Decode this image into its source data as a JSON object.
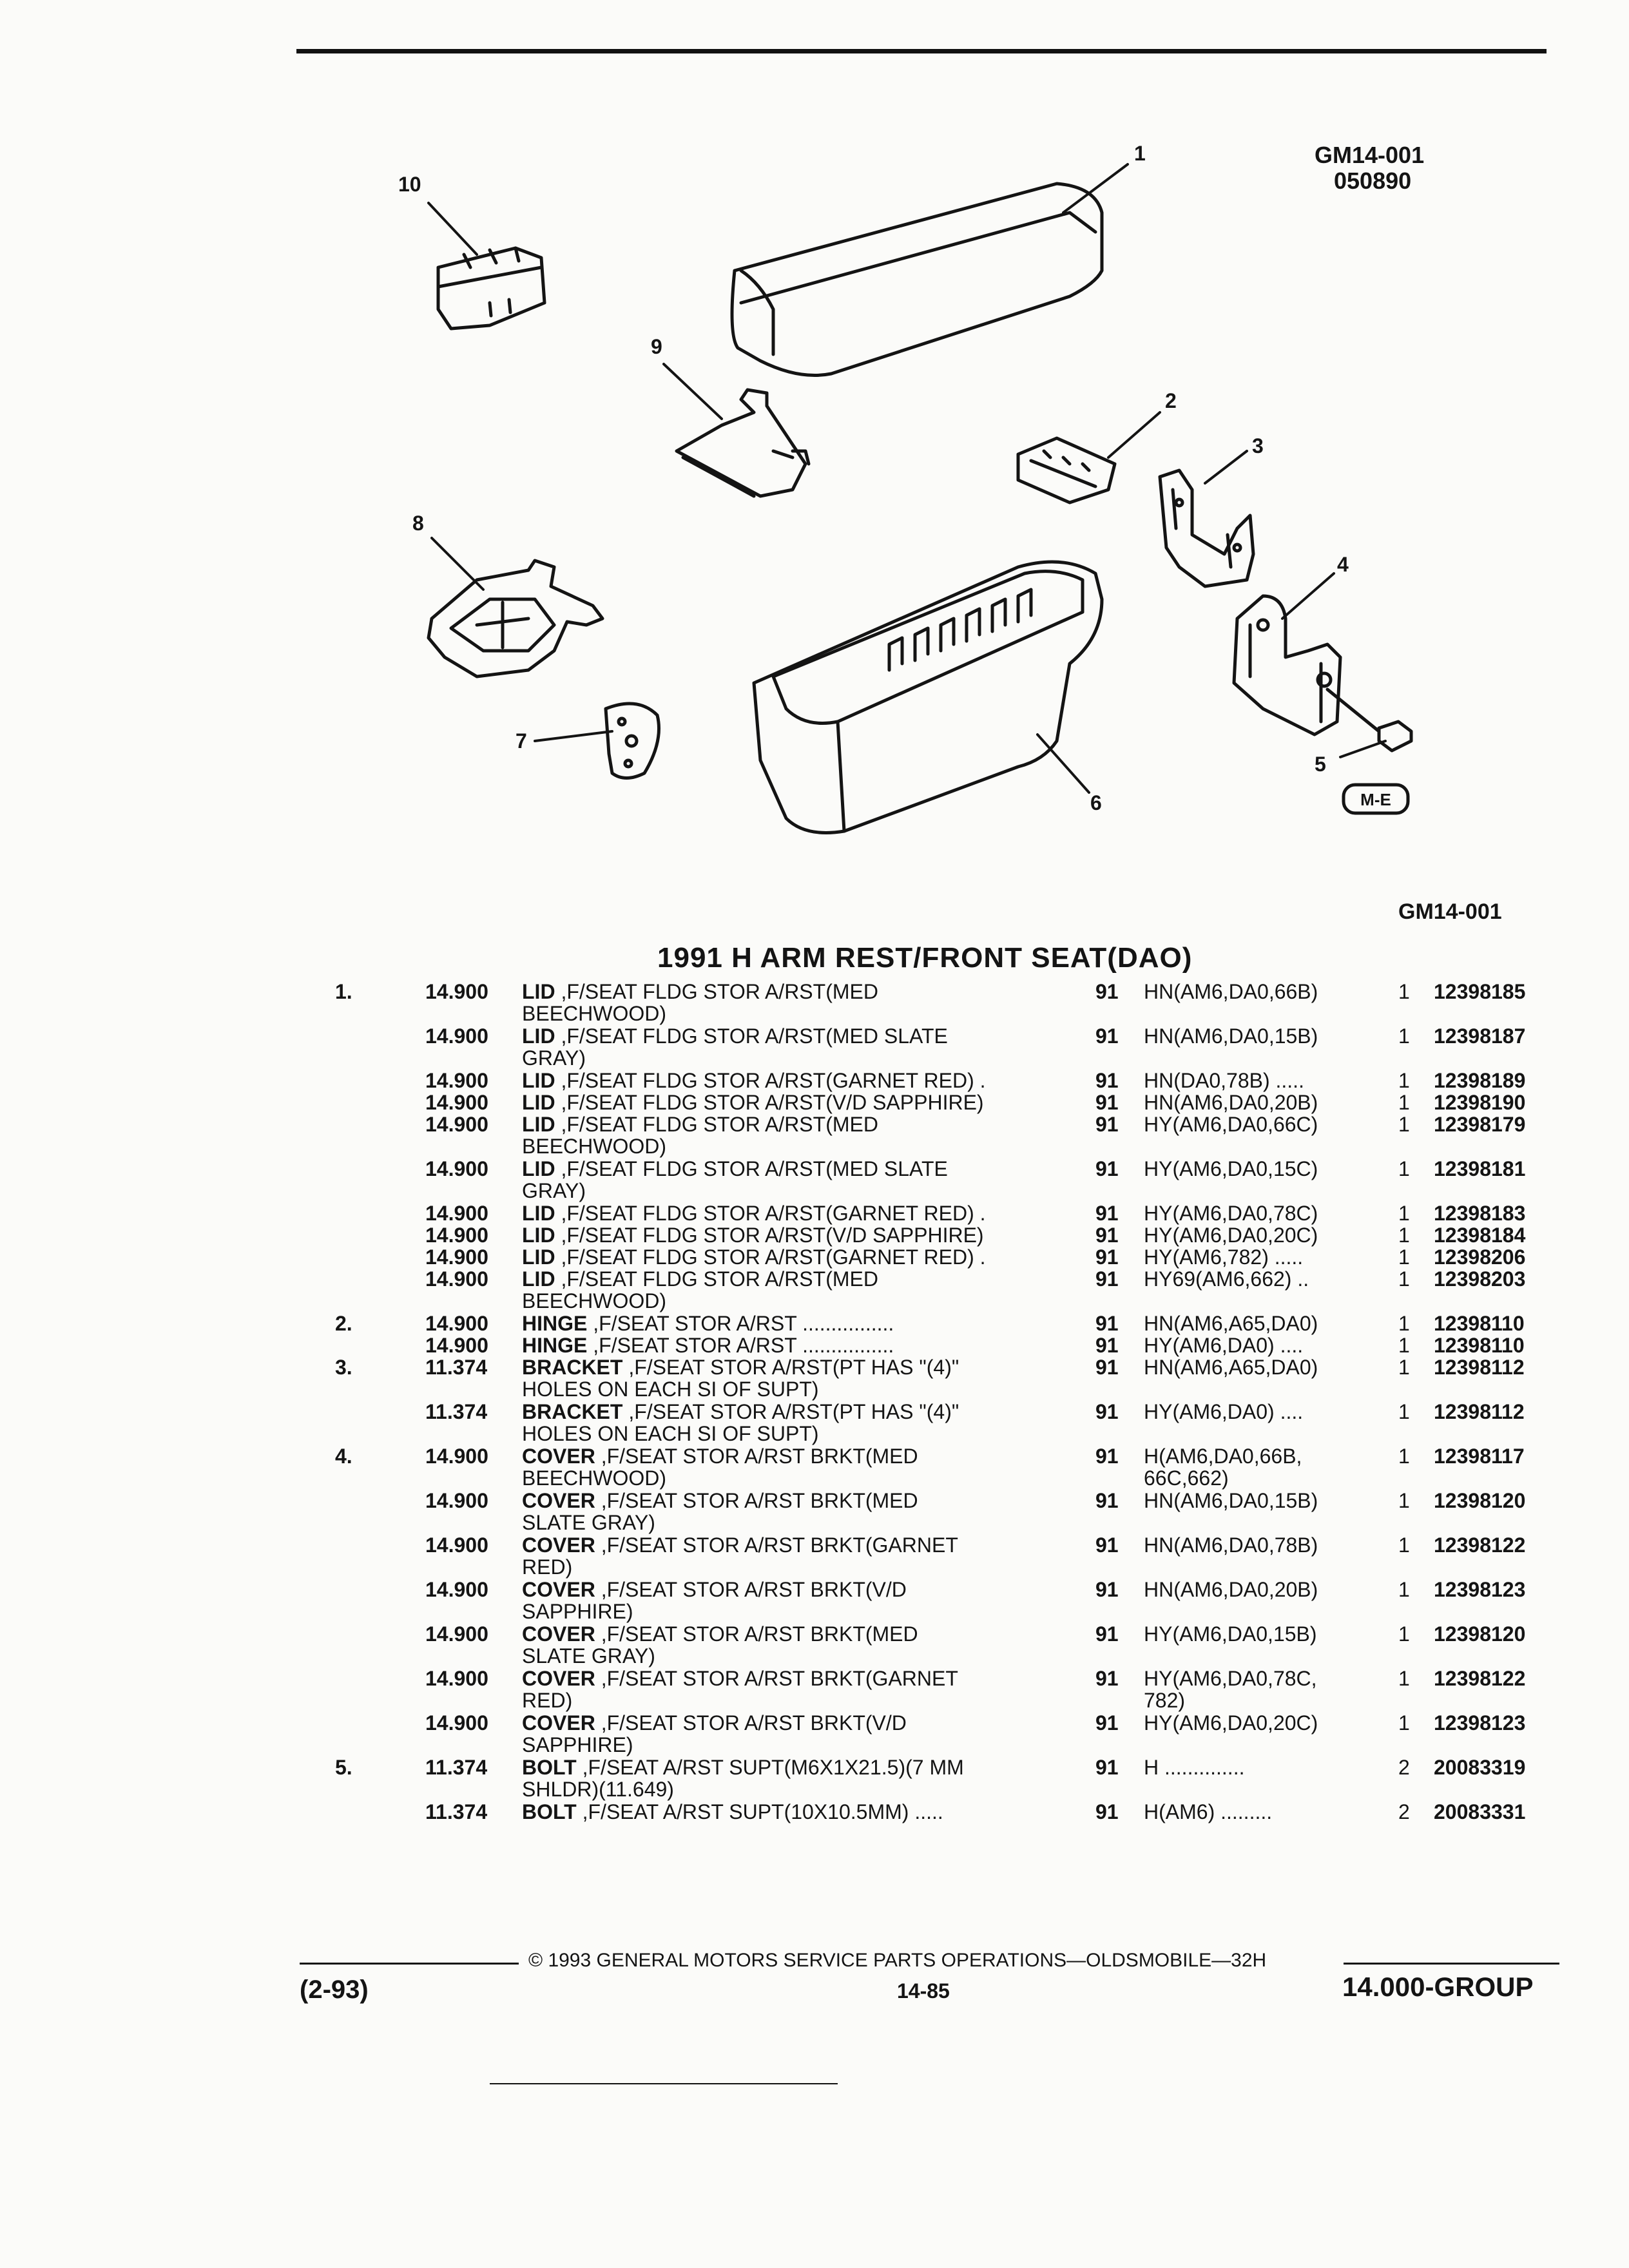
{
  "header": {
    "illustration_code": "GM14-001",
    "illustration_date": "050890"
  },
  "diagram": {
    "caption_code": "GM14-001",
    "logo_text": "M-E",
    "callouts": [
      "1",
      "2",
      "3",
      "4",
      "5",
      "6",
      "7",
      "8",
      "9",
      "10"
    ]
  },
  "table": {
    "title": "1991 H ARM REST/FRONT SEAT(DAO)",
    "rows": [
      {
        "ref": "1.",
        "group": "14.900",
        "part": "LID",
        "desc": " ,F/SEAT FLDG STOR A/RST(MED\nBEECHWOOD)",
        "year": "91",
        "applic": "HN(AM6,DA0,66B)",
        "qty": "1",
        "pn": "12398185"
      },
      {
        "ref": "",
        "group": "14.900",
        "part": "LID",
        "desc": " ,F/SEAT FLDG STOR A/RST(MED SLATE\nGRAY)",
        "year": "91",
        "applic": "HN(AM6,DA0,15B)",
        "qty": "1",
        "pn": "12398187"
      },
      {
        "ref": "",
        "group": "14.900",
        "part": "LID",
        "desc": " ,F/SEAT FLDG STOR A/RST(GARNET RED) .",
        "year": "91",
        "applic": "HN(DA0,78B) .....",
        "qty": "1",
        "pn": "12398189"
      },
      {
        "ref": "",
        "group": "14.900",
        "part": "LID",
        "desc": " ,F/SEAT FLDG STOR A/RST(V/D SAPPHIRE)",
        "year": "91",
        "applic": "HN(AM6,DA0,20B)",
        "qty": "1",
        "pn": "12398190"
      },
      {
        "ref": "",
        "group": "14.900",
        "part": "LID",
        "desc": " ,F/SEAT FLDG STOR A/RST(MED\nBEECHWOOD)",
        "year": "91",
        "applic": "HY(AM6,DA0,66C)",
        "qty": "1",
        "pn": "12398179"
      },
      {
        "ref": "",
        "group": "14.900",
        "part": "LID",
        "desc": " ,F/SEAT FLDG STOR A/RST(MED SLATE\nGRAY)",
        "year": "91",
        "applic": "HY(AM6,DA0,15C)",
        "qty": "1",
        "pn": "12398181"
      },
      {
        "ref": "",
        "group": "14.900",
        "part": "LID",
        "desc": " ,F/SEAT FLDG STOR A/RST(GARNET RED) .",
        "year": "91",
        "applic": "HY(AM6,DA0,78C)",
        "qty": "1",
        "pn": "12398183"
      },
      {
        "ref": "",
        "group": "14.900",
        "part": "LID",
        "desc": " ,F/SEAT FLDG STOR A/RST(V/D SAPPHIRE)",
        "year": "91",
        "applic": "HY(AM6,DA0,20C)",
        "qty": "1",
        "pn": "12398184"
      },
      {
        "ref": "",
        "group": "14.900",
        "part": "LID",
        "desc": " ,F/SEAT FLDG STOR A/RST(GARNET RED) .",
        "year": "91",
        "applic": "HY(AM6,782) .....",
        "qty": "1",
        "pn": "12398206"
      },
      {
        "ref": "",
        "group": "14.900",
        "part": "LID",
        "desc": " ,F/SEAT FLDG STOR A/RST(MED\nBEECHWOOD)",
        "year": "91",
        "applic": "HY69(AM6,662) ..",
        "qty": "1",
        "pn": "12398203"
      },
      {
        "ref": "2.",
        "group": "14.900",
        "part": "HINGE",
        "desc": " ,F/SEAT STOR A/RST ................",
        "year": "91",
        "applic": "HN(AM6,A65,DA0)",
        "qty": "1",
        "pn": "12398110"
      },
      {
        "ref": "",
        "group": "14.900",
        "part": "HINGE",
        "desc": " ,F/SEAT STOR A/RST ................",
        "year": "91",
        "applic": "HY(AM6,DA0) ....",
        "qty": "1",
        "pn": "12398110"
      },
      {
        "ref": "3.",
        "group": "11.374",
        "part": "BRACKET",
        "desc": " ,F/SEAT STOR A/RST(PT HAS \"(4)\"\nHOLES ON EACH SI OF SUPT)",
        "year": "91",
        "applic": "HN(AM6,A65,DA0)",
        "qty": "1",
        "pn": "12398112"
      },
      {
        "ref": "",
        "group": "11.374",
        "part": "BRACKET",
        "desc": " ,F/SEAT STOR A/RST(PT HAS \"(4)\"\nHOLES ON EACH SI OF SUPT)",
        "year": "91",
        "applic": "HY(AM6,DA0) ....",
        "qty": "1",
        "pn": "12398112"
      },
      {
        "ref": "4.",
        "group": "14.900",
        "part": "COVER",
        "desc": " ,F/SEAT STOR A/RST BRKT(MED\nBEECHWOOD)",
        "year": "91",
        "applic": "H(AM6,DA0,66B,\n66C,662)",
        "qty": "1",
        "pn": "12398117"
      },
      {
        "ref": "",
        "group": "14.900",
        "part": "COVER",
        "desc": " ,F/SEAT STOR A/RST BRKT(MED\nSLATE GRAY)",
        "year": "91",
        "applic": "HN(AM6,DA0,15B)",
        "qty": "1",
        "pn": "12398120"
      },
      {
        "ref": "",
        "group": "14.900",
        "part": "COVER",
        "desc": " ,F/SEAT STOR A/RST BRKT(GARNET\nRED)",
        "year": "91",
        "applic": "HN(AM6,DA0,78B)",
        "qty": "1",
        "pn": "12398122"
      },
      {
        "ref": "",
        "group": "14.900",
        "part": "COVER",
        "desc": " ,F/SEAT STOR A/RST BRKT(V/D\nSAPPHIRE)",
        "year": "91",
        "applic": "HN(AM6,DA0,20B)",
        "qty": "1",
        "pn": "12398123"
      },
      {
        "ref": "",
        "group": "14.900",
        "part": "COVER",
        "desc": " ,F/SEAT STOR A/RST BRKT(MED\nSLATE GRAY)",
        "year": "91",
        "applic": "HY(AM6,DA0,15B)",
        "qty": "1",
        "pn": "12398120"
      },
      {
        "ref": "",
        "group": "14.900",
        "part": "COVER",
        "desc": " ,F/SEAT STOR A/RST BRKT(GARNET\nRED)",
        "year": "91",
        "applic": "HY(AM6,DA0,78C,\n782)",
        "qty": "1",
        "pn": "12398122"
      },
      {
        "ref": "",
        "group": "14.900",
        "part": "COVER",
        "desc": " ,F/SEAT STOR A/RST BRKT(V/D\nSAPPHIRE)",
        "year": "91",
        "applic": "HY(AM6,DA0,20C)",
        "qty": "1",
        "pn": "12398123"
      },
      {
        "ref": "5.",
        "group": "11.374",
        "part": "BOLT",
        "desc": " ,F/SEAT A/RST SUPT(M6X1X21.5)(7 MM\nSHLDR)(11.649)",
        "year": "91",
        "applic": "H ..............",
        "qty": "2",
        "pn": "20083319"
      },
      {
        "ref": "",
        "group": "11.374",
        "part": "BOLT",
        "desc": " ,F/SEAT A/RST SUPT(10X10.5MM) .....",
        "year": "91",
        "applic": "H(AM6) .........",
        "qty": "2",
        "pn": "20083331"
      }
    ]
  },
  "footer": {
    "copyright": "© 1993 GENERAL MOTORS SERVICE PARTS OPERATIONS—OLDSMOBILE—32H",
    "date": "(2-93)",
    "page_number": "14-85",
    "group": "14.000-GROUP"
  }
}
